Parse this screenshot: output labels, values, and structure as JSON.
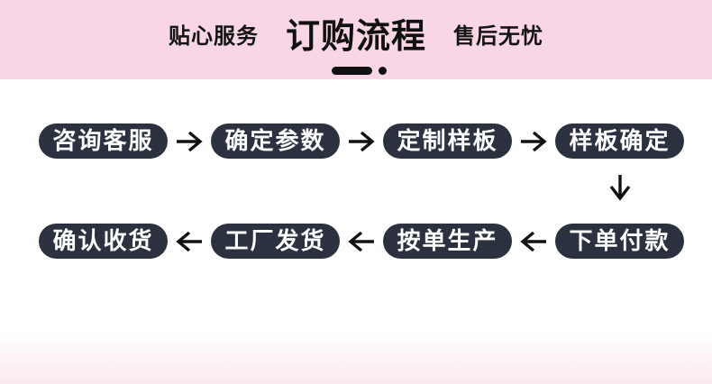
{
  "header": {
    "left_tagline": "贴心服务",
    "title": "订购流程",
    "right_tagline": "售后无忧",
    "bg_color": "#f8d6e5",
    "text_color": "#141414",
    "underline_color": "#111111"
  },
  "flow": {
    "pill_bg_color": "#2b313f",
    "pill_text_color": "#ffffff",
    "arrow_color": "#111111",
    "row1": [
      {
        "label": "咨询客服"
      },
      {
        "label": "确定参数"
      },
      {
        "label": "定制样板"
      },
      {
        "label": "样板确定"
      }
    ],
    "row1_arrow_icon": "arrow-right",
    "connector_icon": "arrow-down",
    "row2": [
      {
        "label": "确认收货"
      },
      {
        "label": "工厂发货"
      },
      {
        "label": "按单生产"
      },
      {
        "label": "下单付款"
      }
    ],
    "row2_arrow_icon": "arrow-left"
  },
  "footer": {
    "fade_color": "#f8d6e5"
  }
}
